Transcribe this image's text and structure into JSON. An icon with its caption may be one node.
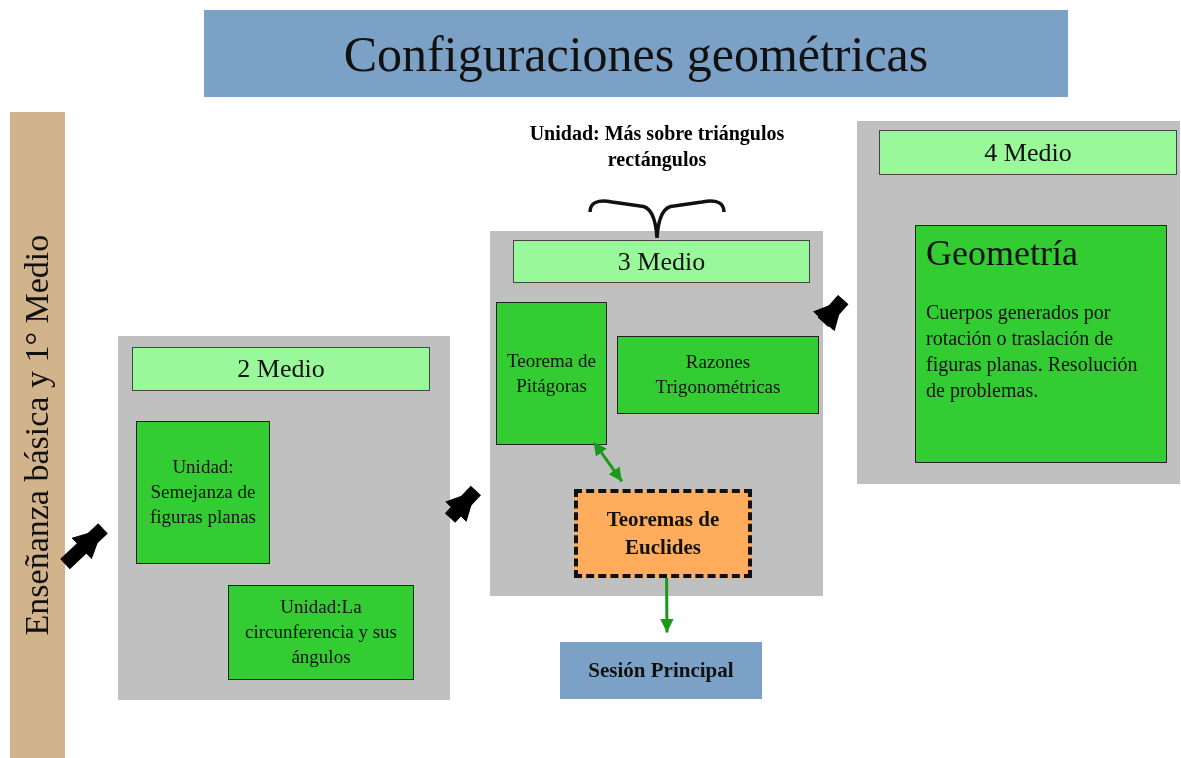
{
  "diagram": {
    "title": "Configuraciones geométricas",
    "nodes": [
      {
        "text": [
          "Enseñanza básica y 1° Medio"
        ]
      },
      {
        "text": [],
        "shape": "box"
      },
      {
        "text": [
          "2 Medio"
        ],
        "in": 1
      },
      {
        "text": [
          "Unidad: Semejanza de figuras planas"
        ],
        "in": 1
      },
      {
        "text": [
          "Unidad:La circunferencia y sus ángulos"
        ],
        "in": 1
      },
      {
        "text": [],
        "shape": "box"
      },
      {
        "text": [
          "3 Medio"
        ],
        "in": 5
      },
      {
        "text": [
          "Teorema de Pitágoras"
        ],
        "in": 5
      },
      {
        "text": [
          "Razones Trigonométricas"
        ],
        "in": 5
      },
      {
        "text": [
          "Teoremas de Euclides"
        ],
        "in": 5
      },
      {
        "text": [
          "Sesión Principal"
        ]
      },
      {
        "text": [],
        "shape": "box"
      },
      {
        "text": [
          "4 Medio"
        ],
        "in": 11
      },
      {
        "text": [
          "Geometría",
          "Cuerpos generados por rotación o traslación de figuras planas. Resolución de problemas."
        ],
        "in": 11
      }
    ],
    "edges": [
      {
        "from": 0,
        "to": 1,
        "arrow": "to"
      },
      {
        "from": 1,
        "to": 5,
        "arrow": "to"
      },
      {
        "from": 5,
        "to": 11,
        "arrow": "to"
      },
      {
        "from": 7,
        "to": 9,
        "arrow": "both",
        "color": "#1a9a1a"
      },
      {
        "from": 9,
        "to": 10,
        "arrow": "to",
        "color": "#1a9a1a"
      }
    ],
    "labels": [
      "Unidad: Más sobre triángulos rectángulos"
    ]
  }
}
